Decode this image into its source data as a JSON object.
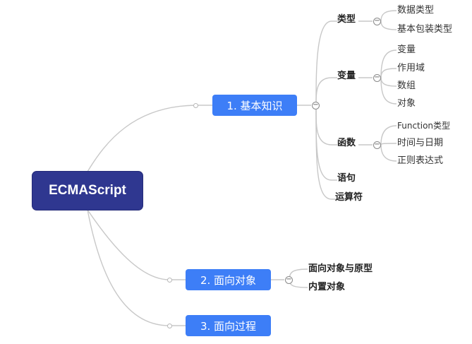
{
  "root": {
    "label": "ECMAScript"
  },
  "branches": [
    {
      "label": "1. 基本知识",
      "children": [
        {
          "label": "类型",
          "children": [
            "数据类型",
            "基本包装类型"
          ]
        },
        {
          "label": "变量",
          "children": [
            "变量",
            "作用域",
            "数组",
            "对象"
          ]
        },
        {
          "label": "函数",
          "children": [
            "Function类型",
            "时间与日期",
            "正则表达式"
          ]
        },
        {
          "label": "语句"
        },
        {
          "label": "运算符"
        }
      ]
    },
    {
      "label": "2. 面向对象",
      "children": [
        {
          "label": "面向对象与原型"
        },
        {
          "label": "内置对象"
        }
      ]
    },
    {
      "label": "3. 面向过程"
    }
  ],
  "colors": {
    "root": "#2f3790",
    "branch": "#3d7ef7",
    "line": "#c4c4c4"
  },
  "icons": {
    "collapse": "minus-circle-icon"
  }
}
